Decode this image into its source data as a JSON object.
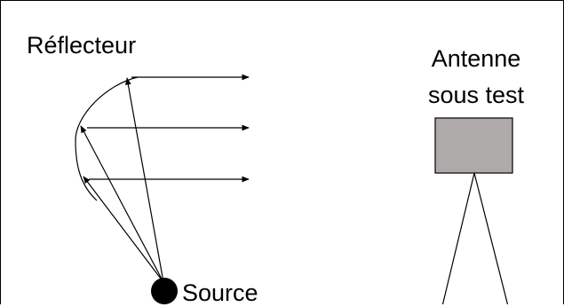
{
  "labels": {
    "reflector": "Réflecteur",
    "antenna_line1": "Antenne",
    "antenna_line2": "sous test",
    "source": "Source"
  },
  "colors": {
    "stroke": "#000000",
    "antenna_fill": "#aeaaaa",
    "background": "#ffffff"
  }
}
